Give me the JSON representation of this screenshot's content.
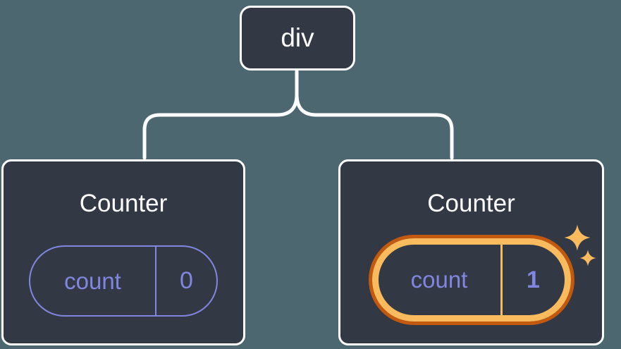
{
  "diagram": {
    "description": "React component tree with state",
    "root_node": {
      "label": "div"
    },
    "children": [
      {
        "title": "Counter",
        "state": {
          "key": "count",
          "value": "0"
        },
        "highlighted": false
      },
      {
        "title": "Counter",
        "state": {
          "key": "count",
          "value": "1"
        },
        "highlighted": true
      }
    ],
    "icons": [
      {
        "name": "sparkles-icon",
        "meaning": "state updated highlight"
      }
    ],
    "colors": {
      "background": "#4d6770",
      "node_fill": "#333845",
      "node_border": "#ffffff",
      "connector": "#ffffff",
      "state_accent_purple": "#8186e0",
      "highlight_orange_light": "#f9bb5e",
      "highlight_orange_dark": "#c2590f"
    }
  }
}
